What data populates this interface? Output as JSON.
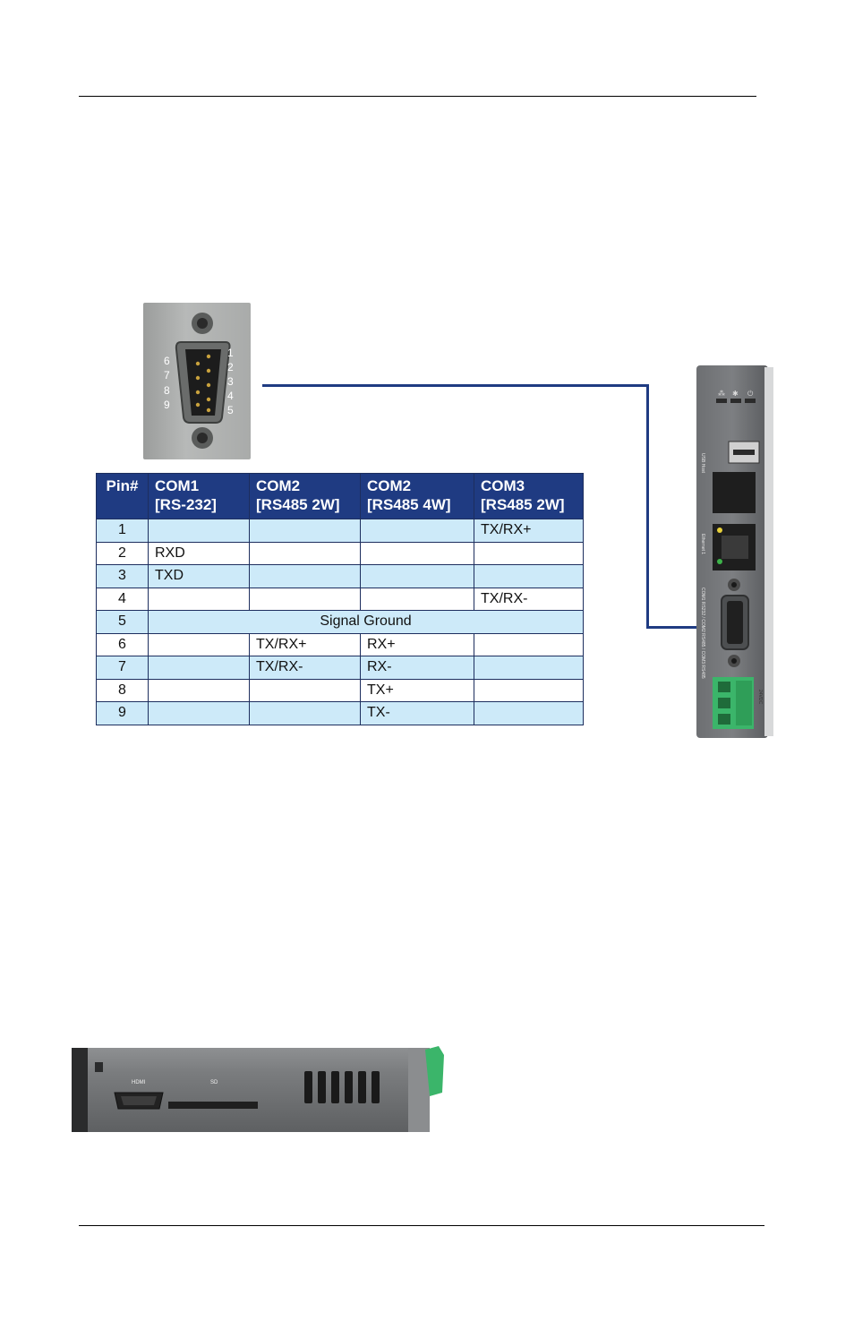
{
  "connector": {
    "pins_left": [
      "6",
      "7",
      "8",
      "9"
    ],
    "pins_right": [
      "1",
      "2",
      "3",
      "4",
      "5"
    ]
  },
  "table": {
    "headers": [
      {
        "line1": "Pin#",
        "line2": ""
      },
      {
        "line1": "COM1",
        "line2": "[RS-232]"
      },
      {
        "line1": "COM2",
        "line2": "[RS485 2W]"
      },
      {
        "line1": "COM2",
        "line2": "[RS485 4W]"
      },
      {
        "line1": "COM3",
        "line2": "[RS485 2W]"
      }
    ],
    "rows": [
      {
        "pin": "1",
        "c1": "",
        "c2": "",
        "c3": "",
        "c4": "TX/RX+"
      },
      {
        "pin": "2",
        "c1": "RXD",
        "c2": "",
        "c3": "",
        "c4": ""
      },
      {
        "pin": "3",
        "c1": "TXD",
        "c2": "",
        "c3": "",
        "c4": ""
      },
      {
        "pin": "4",
        "c1": "",
        "c2": "",
        "c3": "",
        "c4": "TX/RX-"
      },
      {
        "pin": "5",
        "span": "Signal Ground"
      },
      {
        "pin": "6",
        "c1": "",
        "c2": "TX/RX+",
        "c3": "RX+",
        "c4": ""
      },
      {
        "pin": "7",
        "c1": "",
        "c2": "TX/RX-",
        "c3": "RX-",
        "c4": ""
      },
      {
        "pin": "8",
        "c1": "",
        "c2": "",
        "c3": "TX+",
        "c4": ""
      },
      {
        "pin": "9",
        "c1": "",
        "c2": "",
        "c3": "TX-",
        "c4": ""
      }
    ]
  },
  "device": {
    "labels": [
      "USB Host",
      "Ethernet 1",
      "COM1 RS232 / COM2 RS485 / COM3 RS485",
      "24VDC"
    ]
  },
  "bottom_view": {
    "labels": [
      "HDMI",
      "SD"
    ]
  },
  "colors": {
    "header_blue": "#1f3b82",
    "row_light_blue": "#cdeaf9",
    "wire_blue": "#1f3b82",
    "terminal_green": "#3bb56a"
  }
}
